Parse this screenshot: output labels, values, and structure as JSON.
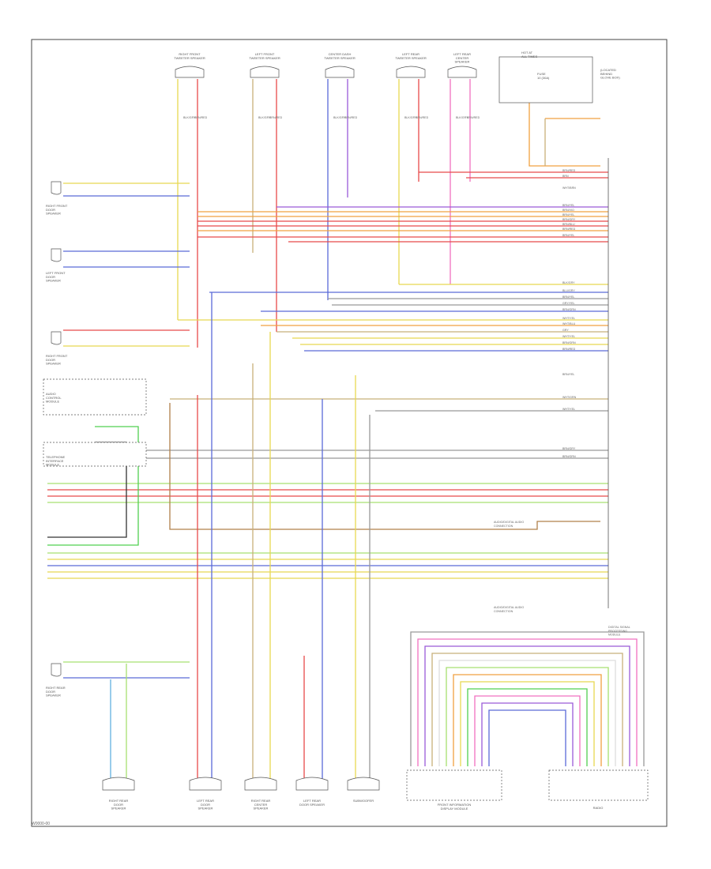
{
  "figure_code": "W0000-00",
  "colors": {
    "orange": "#f0a040",
    "red": "#e84a4a",
    "pink": "#f070c0",
    "violet": "#9a5ad8",
    "blue": "#5a6ad8",
    "yellow": "#e8d850",
    "green": "#50d050",
    "lightgreen": "#a8e070",
    "gray": "#999999",
    "tan": "#c8b07a",
    "black": "#333333",
    "white": "#dddddd",
    "brown": "#b0804a",
    "lightblue": "#60b0e0"
  },
  "top_components": [
    {
      "name": "RIGHT FRONT\nTWEETER SPEAKER",
      "pin_a": "BLK/GRY",
      "pin_b": "BRN/RED"
    },
    {
      "name": "LEFT FRONT\nTWEETER SPEAKER",
      "pin_a": "BLK/GRY",
      "pin_b": "BRN/RED"
    },
    {
      "name": "CENTER DASH\nTWEETER SPEAKER",
      "pin_a": "BLK/GRY",
      "pin_b": "BRN/RED"
    },
    {
      "name": "LEFT REAR\nTWEETER SPEAKER",
      "pin_a": "BLK/GRY",
      "pin_b": "BRN/RED"
    },
    {
      "name": "LEFT REAR\nCENTER\nSPEAKER",
      "pin_a": "BLK/GRY",
      "pin_b": "BRN/RED"
    }
  ],
  "fuse_box": {
    "title": "HOT AT\nALL TIMES",
    "fuse": "FUSE\n10 (30A)",
    "notes": "(LOCATED\nBEHIND\nGLOVE BOX)"
  },
  "left_components": [
    {
      "name": "RIGHT FRONT\nDOOR\nSPEAKER"
    },
    {
      "name": "LEFT FRONT\nDOOR\nSPEAKER"
    },
    {
      "name": "RIGHT FRONT\nDOOR\nSPEAKER"
    },
    {
      "name": "AUDIO\nCONTROL\nMODULE"
    },
    {
      "name": "TELEPHONE\nINTERFACE\nMODULE"
    },
    {
      "name": "RIGHT REAR\nDOOR\nSPEAKER"
    }
  ],
  "bottom_components": [
    {
      "name": "RIGHT REAR\nDOOR\nSPEAKER"
    },
    {
      "name": "LEFT REAR\nDOOR\nSPEAKER"
    },
    {
      "name": "RIGHT REAR\nCENTER\nSPEAKER"
    },
    {
      "name": "LEFT REAR\nDOOR SPEAKER"
    },
    {
      "name": "SUBWOOFER"
    },
    {
      "name": "FRONT INFORMATION\nDISPLAY MODULE"
    },
    {
      "name": "RADIO"
    }
  ],
  "right_module": {
    "name": "DIGITAL SIGNAL\nPROCESSING\nMODULE"
  },
  "bus_labels": [
    "BRN/RED",
    "BRN",
    "WHT/BRN",
    "BRN/YEL",
    "BRN/VIO",
    "BRN/YEL",
    "BRN/GRY",
    "BRN/BLU",
    "BRN/RED",
    "BRN/YEL",
    "BLK/GRY",
    "BLU/GRY",
    "BRN/YEL",
    "GRY/YEL",
    "BRN/GRN",
    "WHT/YEL",
    "WHT/BLU",
    "GRY",
    "WHT/YEL",
    "BRN/GRN",
    "BRN/RED",
    "BRN/YEL",
    "WHT/GRN",
    "WHT/YEL",
    "BRN/GRY",
    "BRN/GRN"
  ],
  "side_notes": [
    "AUDIO/DIGITAL AUDIO\nCONNECTION",
    "AUDIO/DIGITAL AUDIO\nCONNECTION"
  ]
}
